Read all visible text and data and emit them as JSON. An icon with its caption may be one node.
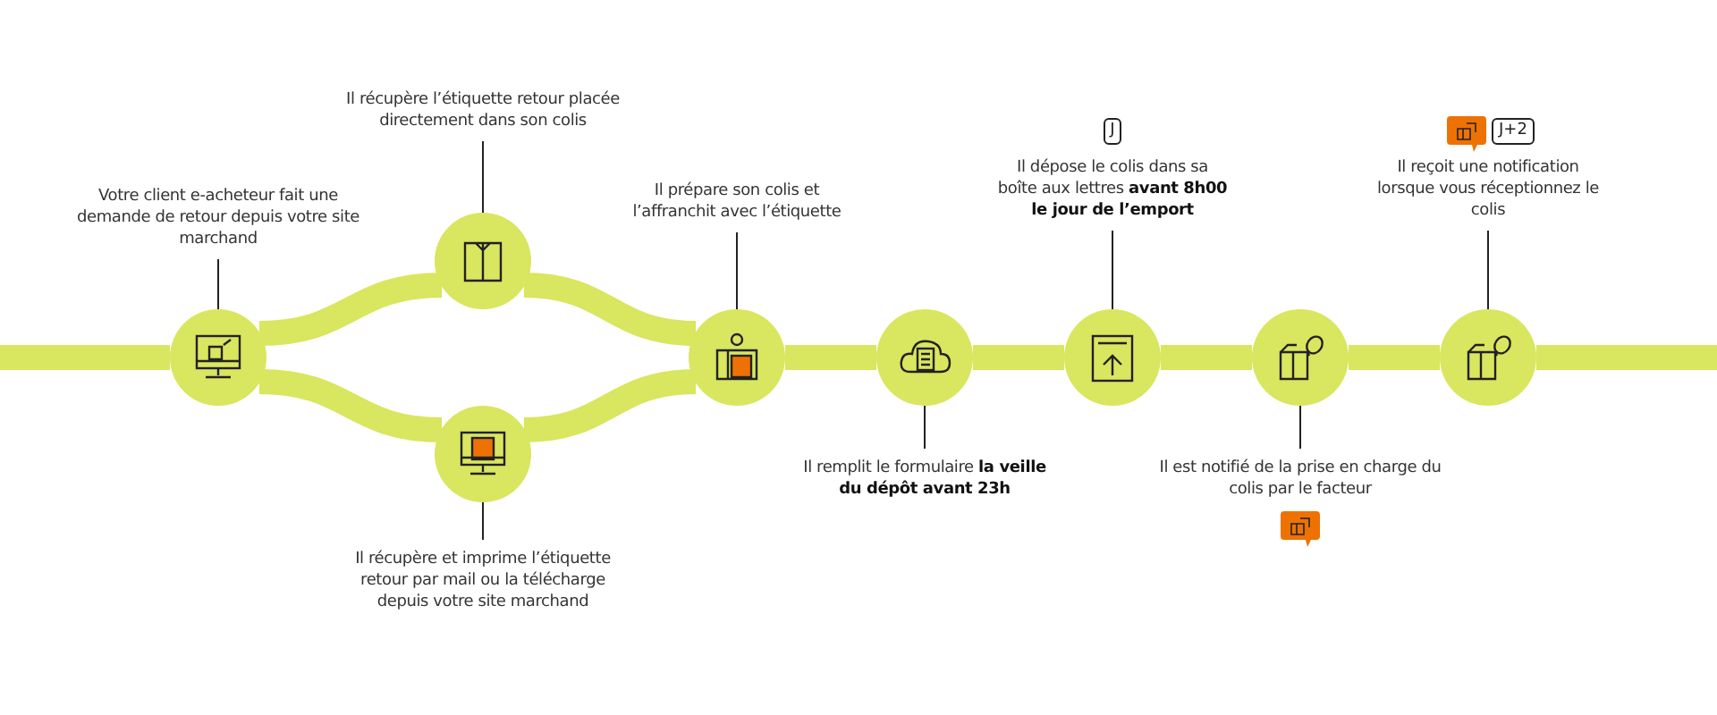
{
  "diagram": {
    "nodes": [
      {
        "text": [
          "Votre client e-acheteur fait une demande de retour depuis votre site marchand"
        ]
      },
      {
        "text": [],
        "shape": "circle"
      },
      {
        "text": [
          "Il récupère l’étiquette retour placée directement dans son colis"
        ]
      },
      {
        "text": [],
        "shape": "circle"
      },
      {
        "text": [],
        "shape": "circle"
      },
      {
        "text": [
          "Il récupère et imprime l’étiquette retour par mail ou la télécharge depuis votre site marchand"
        ]
      },
      {
        "text": [
          "Il prépare son colis et l’affranchit avec l’étiquette"
        ]
      },
      {
        "text": [],
        "shape": "circle"
      },
      {
        "text": [],
        "shape": "circle"
      },
      {
        "text": [
          "Il remplit le formulaire **la veille du dépôt avant 23h**"
        ]
      },
      {
        "text": [
          "Il dépose le colis dans sa boîte aux lettres **avant 8h00 le jour de l’emport**"
        ],
        "beside": [
          "J"
        ]
      },
      {
        "text": [],
        "shape": "circle"
      },
      {
        "text": [],
        "shape": "circle"
      },
      {
        "text": [
          "Il est notifié de la prise en charge du colis par le facteur"
        ]
      },
      {
        "text": [
          "Il reçoit une notification lorsque vous réceptionnez le colis"
        ],
        "beside": [
          "J+2"
        ]
      },
      {
        "text": [],
        "shape": "circle"
      }
    ],
    "edges": [
      {
        "from": null,
        "to": 1,
        "arrow": "none"
      },
      {
        "from": 1,
        "to": 3,
        "arrow": "none"
      },
      {
        "from": 1,
        "to": 4,
        "arrow": "none"
      },
      {
        "from": 3,
        "to": 7,
        "arrow": "none"
      },
      {
        "from": 4,
        "to": 7,
        "arrow": "none"
      },
      {
        "from": 7,
        "to": 8,
        "arrow": "none"
      },
      {
        "from": 8,
        "to": 11,
        "arrow": "none"
      },
      {
        "from": 11,
        "to": 12,
        "arrow": "none"
      },
      {
        "from": 12,
        "to": 15,
        "arrow": "none"
      },
      {
        "from": 15,
        "to": null,
        "arrow": "none"
      },
      {
        "from": 0,
        "to": 1,
        "arrow": "none",
        "color": "#222222"
      },
      {
        "from": 2,
        "to": 3,
        "arrow": "none",
        "color": "#222222"
      },
      {
        "from": 5,
        "to": 4,
        "arrow": "none",
        "color": "#222222"
      },
      {
        "from": 6,
        "to": 7,
        "arrow": "none",
        "color": "#222222"
      },
      {
        "from": 9,
        "to": 8,
        "arrow": "none",
        "color": "#222222"
      },
      {
        "from": 10,
        "to": 11,
        "arrow": "none",
        "color": "#222222"
      },
      {
        "from": 13,
        "to": 12,
        "arrow": "none",
        "color": "#222222"
      },
      {
        "from": 14,
        "to": 15,
        "arrow": "none",
        "color": "#222222"
      }
    ]
  }
}
